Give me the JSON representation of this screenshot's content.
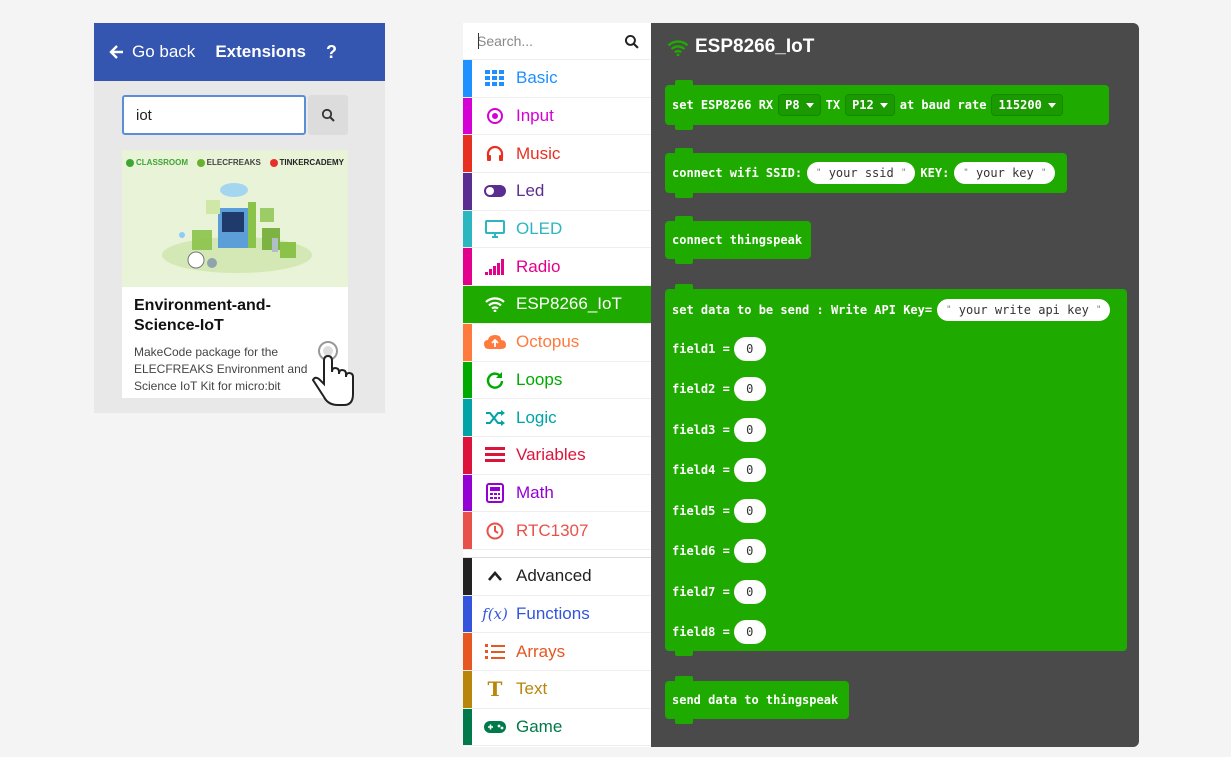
{
  "extensions": {
    "back_label": "Go back",
    "title": "Extensions",
    "help": "?",
    "search_value": "iot",
    "card": {
      "logos": [
        "CLASSROOM",
        "ELECFREAKS",
        "TINKERCADEMY"
      ],
      "title": "Environment-and-Science-IoT",
      "description": "MakeCode package for the ELECFREAKS Environment and Science IoT Kit for micro:bit"
    }
  },
  "toolbox": {
    "search_placeholder": "Search...",
    "categories": [
      {
        "label": "Basic",
        "color": "#1e90ff"
      },
      {
        "label": "Input",
        "color": "#d400d4"
      },
      {
        "label": "Music",
        "color": "#e63022"
      },
      {
        "label": "Led",
        "color": "#5c2d91"
      },
      {
        "label": "OLED",
        "color": "#2cb6c0"
      },
      {
        "label": "Radio",
        "color": "#e3008c"
      },
      {
        "label": "ESP8266_IoT",
        "color": "#1faa00"
      },
      {
        "label": "Octopus",
        "color": "#ff7a3d"
      },
      {
        "label": "Loops",
        "color": "#00aa00"
      },
      {
        "label": "Logic",
        "color": "#00a4a6"
      },
      {
        "label": "Variables",
        "color": "#dc143c"
      },
      {
        "label": "Math",
        "color": "#9400d3"
      },
      {
        "label": "RTC1307",
        "color": "#e8514a"
      }
    ],
    "advanced": [
      {
        "label": "Advanced",
        "color": "#222222"
      },
      {
        "label": "Functions",
        "color": "#3455db"
      },
      {
        "label": "Arrays",
        "color": "#e65722"
      },
      {
        "label": "Text",
        "color": "#b8860b"
      },
      {
        "label": "Game",
        "color": "#007a4b"
      }
    ]
  },
  "workspace": {
    "title": "ESP8266_IoT",
    "block_setup": {
      "p1": "set ESP8266 RX",
      "rx": "P8",
      "p2": "TX",
      "tx": "P12",
      "p3": "at baud rate",
      "baud": "115200"
    },
    "block_wifi": {
      "p1": "connect wifi SSID:",
      "ssid": "your ssid",
      "p2": "KEY:",
      "key": "your key"
    },
    "block_connect": "connect thingspeak",
    "block_data": {
      "p1": "set data to be send : Write API Key=",
      "api_key": "your write api key",
      "fields": [
        {
          "label": "field1 =",
          "value": "0"
        },
        {
          "label": "field2 =",
          "value": "0"
        },
        {
          "label": "field3 =",
          "value": "0"
        },
        {
          "label": "field4 =",
          "value": "0"
        },
        {
          "label": "field5 =",
          "value": "0"
        },
        {
          "label": "field6 =",
          "value": "0"
        },
        {
          "label": "field7 =",
          "value": "0"
        },
        {
          "label": "field8 =",
          "value": "0"
        }
      ]
    },
    "block_send": "send data to thingspeak"
  }
}
